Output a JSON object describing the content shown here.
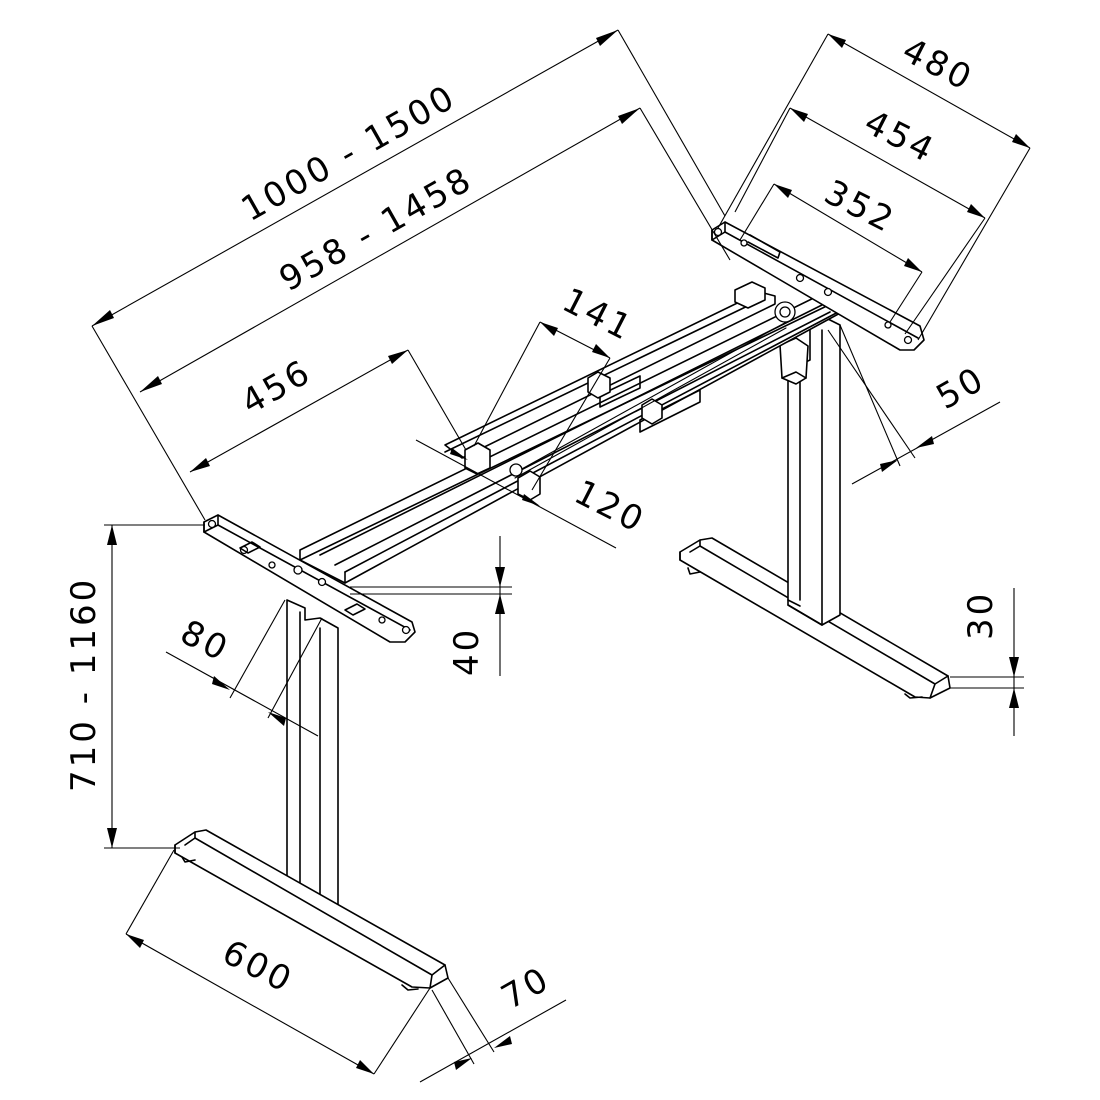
{
  "dimensions": {
    "frame_length": "1000  -  1500",
    "beam_length": "958  -  1458",
    "bracket_offset": "456",
    "bracket_width": "141",
    "beam_spacing": "120",
    "top_plate_length": "480",
    "top_plate_hole_span": "454",
    "top_plate_inner_span": "352",
    "column_offset": "50",
    "height_range": "710  -  1160",
    "column_width": "80",
    "beam_height": "40",
    "foot_height": "30",
    "foot_length": "600",
    "foot_width": "70"
  }
}
